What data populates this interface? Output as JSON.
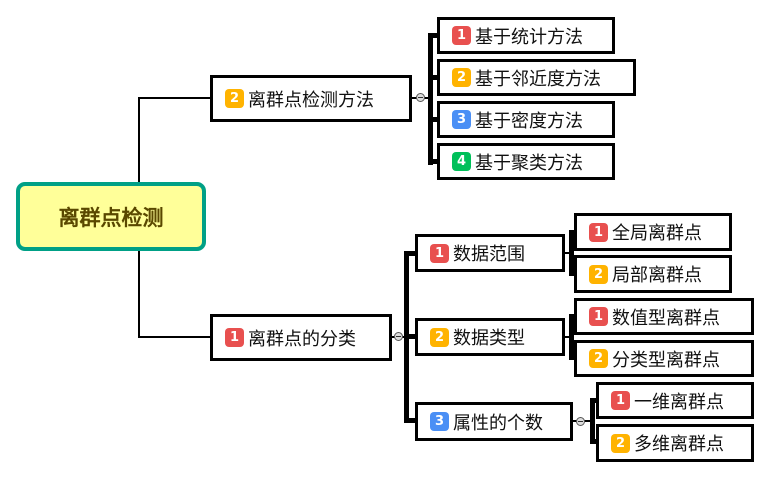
{
  "root": {
    "label": "离群点检测"
  },
  "colors": {
    "red": "#e8504f",
    "orange": "#ffb300",
    "blue": "#4a8ff5",
    "green": "#00c05a"
  },
  "branches": [
    {
      "badge": "2",
      "label": "离群点检测方法",
      "children": [
        {
          "badge": "1",
          "label": "基于统计方法"
        },
        {
          "badge": "2",
          "label": "基于邻近度方法"
        },
        {
          "badge": "3",
          "label": "基于密度方法"
        },
        {
          "badge": "4",
          "label": "基于聚类方法"
        }
      ]
    },
    {
      "badge": "1",
      "label": "离群点的分类",
      "children": [
        {
          "badge": "1",
          "label": "数据范围",
          "children": [
            {
              "badge": "1",
              "label": "全局离群点"
            },
            {
              "badge": "2",
              "label": "局部离群点"
            }
          ]
        },
        {
          "badge": "2",
          "label": "数据类型",
          "children": [
            {
              "badge": "1",
              "label": "数值型离群点"
            },
            {
              "badge": "2",
              "label": "分类型离群点"
            }
          ]
        },
        {
          "badge": "3",
          "label": "属性的个数",
          "children": [
            {
              "badge": "1",
              "label": "一维离群点"
            },
            {
              "badge": "2",
              "label": "多维离群点"
            }
          ]
        }
      ]
    }
  ]
}
